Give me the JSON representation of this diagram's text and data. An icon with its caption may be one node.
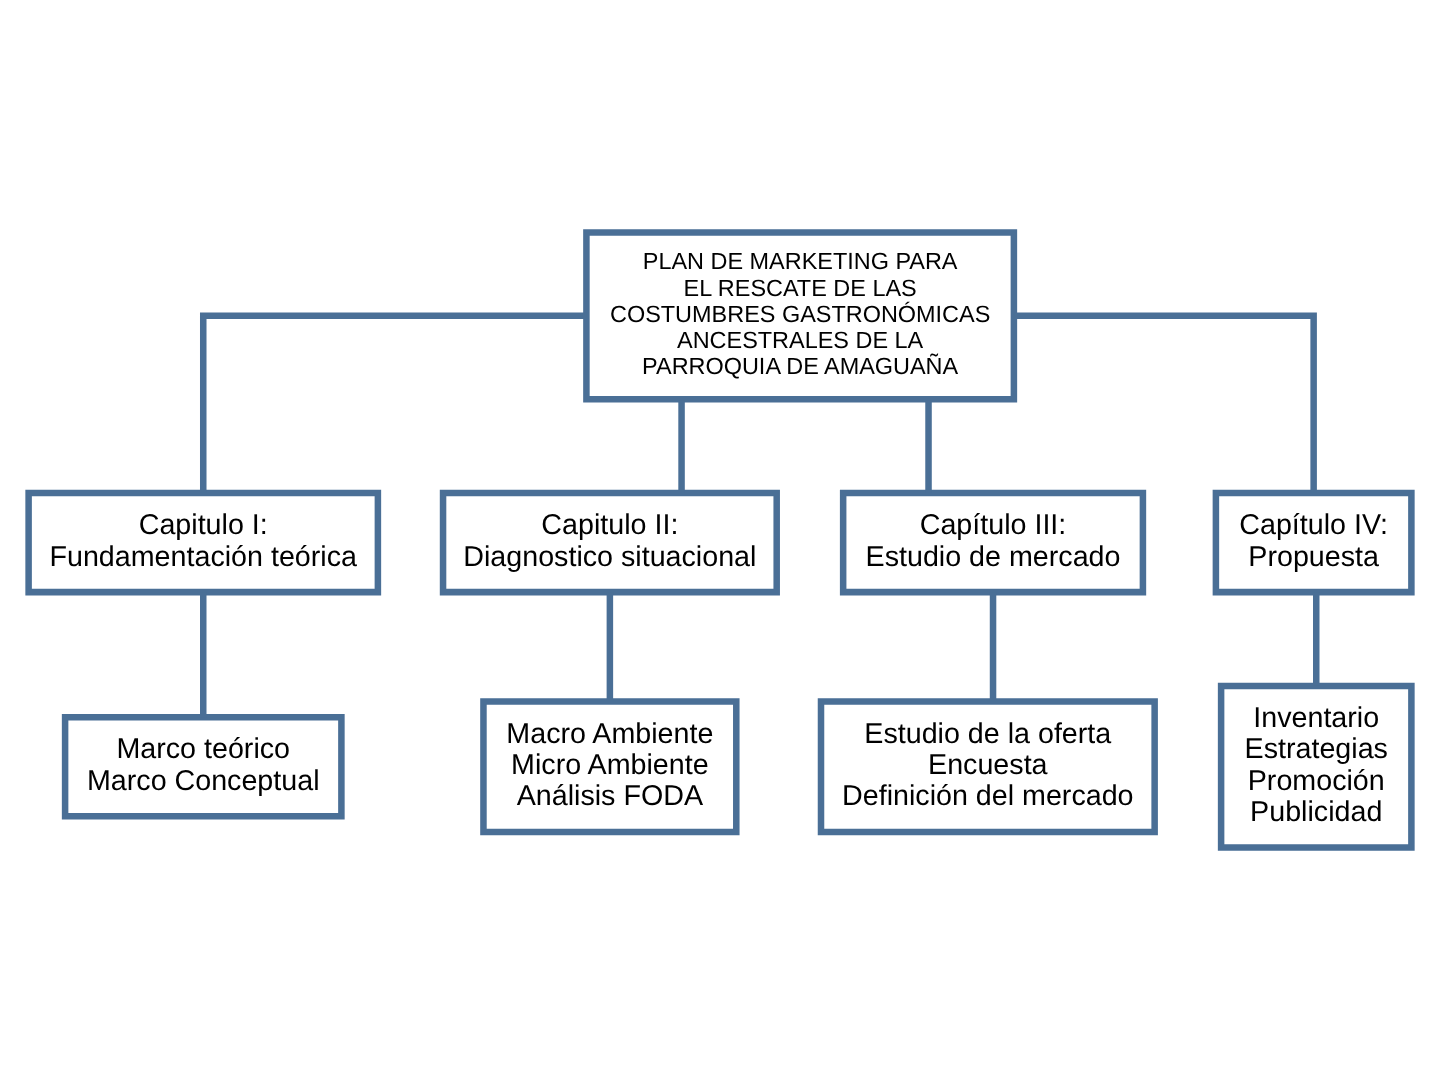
{
  "diagram": {
    "nodes": [
      {
        "text": [
          "PLAN DE MARKETING PARA EL RESCATE DE LAS COSTUMBRES GASTRONÓMICAS ANCESTRALES DE LA PARROQUIA DE AMAGUAÑA"
        ]
      },
      {
        "text": [
          "Capitulo I:",
          "Fundamentación teórica"
        ]
      },
      {
        "text": [
          "Capitulo II:",
          "Diagnostico situacional"
        ]
      },
      {
        "text": [
          "Capítulo III:",
          "Estudio de mercado"
        ]
      },
      {
        "text": [
          "Capítulo IV:",
          "Propuesta"
        ]
      },
      {
        "text": [
          "Marco teórico",
          "Marco Conceptual"
        ]
      },
      {
        "text": [
          "Macro Ambiente",
          "Micro Ambiente",
          "Análisis FODA"
        ]
      },
      {
        "text": [
          "Estudio de la oferta",
          "Encuesta",
          "Definición del mercado"
        ]
      },
      {
        "text": [
          "Inventario",
          "Estrategias",
          "Promoción",
          "Publicidad"
        ]
      }
    ],
    "edges": [
      {
        "from": 0,
        "to": 1,
        "arrow": "none"
      },
      {
        "from": 0,
        "to": 2,
        "arrow": "none"
      },
      {
        "from": 0,
        "to": 3,
        "arrow": "none"
      },
      {
        "from": 0,
        "to": 4,
        "arrow": "none"
      },
      {
        "from": 1,
        "to": 5,
        "arrow": "none"
      },
      {
        "from": 2,
        "to": 6,
        "arrow": "none"
      },
      {
        "from": 3,
        "to": 7,
        "arrow": "none"
      },
      {
        "from": 4,
        "to": 8,
        "arrow": "none"
      }
    ]
  }
}
